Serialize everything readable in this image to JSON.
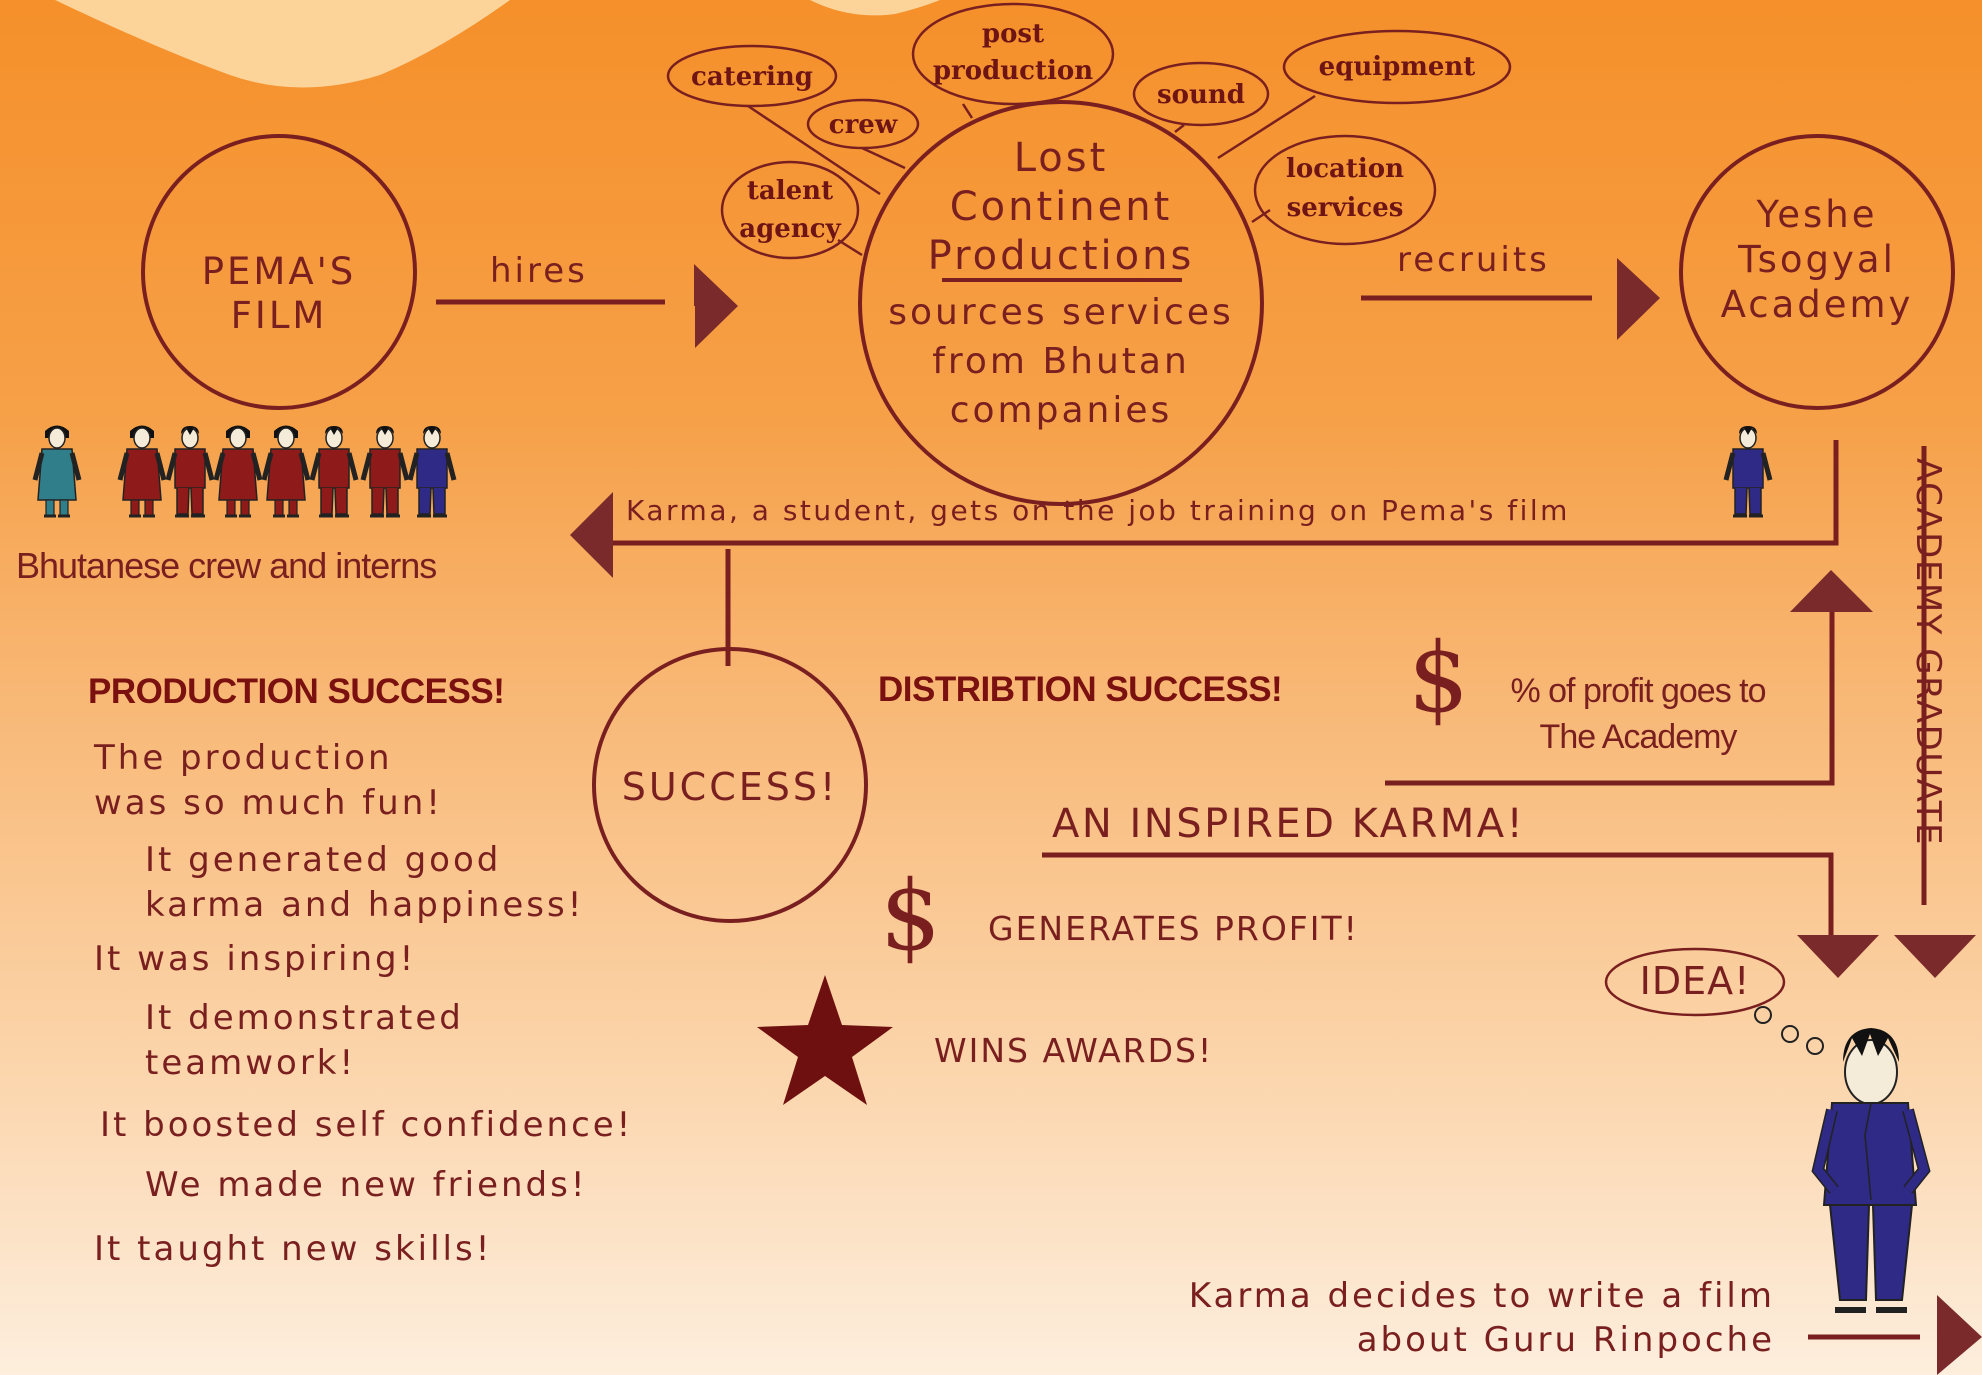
{
  "nodes": {
    "pemas_film": [
      "PEMA'S",
      "FILM"
    ],
    "lost_continent": [
      "Lost",
      "Continent",
      "Productions"
    ],
    "lost_continent_desc": [
      "sources services",
      "from Bhutan",
      "companies"
    ],
    "yeshe": [
      "Yeshe",
      "Tsogyal",
      "Academy"
    ],
    "success": "SUCCESS!",
    "idea": "IDEA!"
  },
  "services": {
    "catering": [
      "catering"
    ],
    "crew": [
      "crew"
    ],
    "talent_agency": [
      "talent",
      "agency"
    ],
    "post_production": [
      "post",
      "production"
    ],
    "sound": [
      "sound"
    ],
    "equipment": [
      "equipment"
    ],
    "location_services": [
      "location",
      "services"
    ]
  },
  "edges": {
    "hires": "hires",
    "recruits": "recruits",
    "karma_training": "Karma, a student, gets on the job training on Pema's film",
    "academy_graduate": "ACADEMY GRADUATE"
  },
  "labels": {
    "crew_caption": "Bhutanese crew and interns",
    "production_success": "PRODUCTION SUCCESS!",
    "distribution_success": "DISTRIBTION SUCCESS!",
    "profit_goes": [
      "% of profit goes to",
      "The Academy"
    ],
    "inspired_karma": "AN INSPIRED KARMA!",
    "generates_profit": "GENERATES PROFIT!",
    "wins_awards": "WINS AWARDS!",
    "dollar_sign": "$",
    "karma_decides": [
      "Karma decides to write a film",
      "about Guru Rinpoche"
    ]
  },
  "production_list": {
    "line1": [
      "The production",
      "was so much fun!"
    ],
    "line2": [
      "It generated good",
      "karma and happiness!"
    ],
    "line3": "It was inspiring!",
    "line4": [
      "It demonstrated",
      "teamwork!"
    ],
    "line5": "It boosted self confidence!",
    "line6": "We made new friends!",
    "line7": "It taught new skills!"
  },
  "colors": {
    "line": "#7a1f1f",
    "arrow": "#7a2a2a",
    "star": "#6e1010",
    "robe_teal": "#2f7e8a",
    "robe_red": "#8e1a1a",
    "robe_navy": "#2e2a86"
  }
}
